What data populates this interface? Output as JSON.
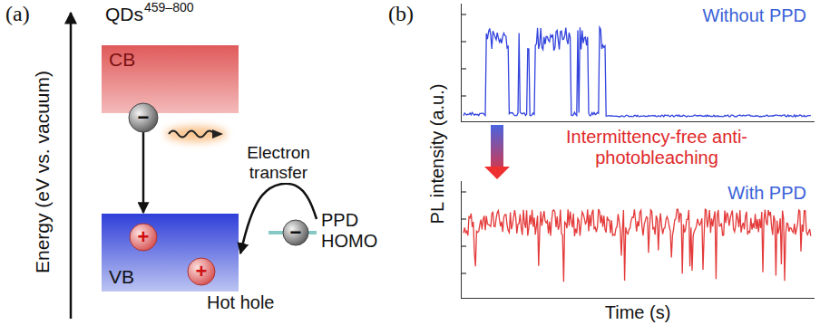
{
  "diagram": {
    "nodes": [
      {
        "text": [
          "CB"
        ]
      },
      {
        "text": [
          "VB"
        ]
      },
      {
        "text": [
          "PPD HOMO"
        ]
      },
      {
        "text": [
          "Without PPD"
        ]
      },
      {
        "text": [
          "With PPD"
        ]
      }
    ],
    "edges": [
      {
        "from": 0,
        "to": 1,
        "arrow": "to"
      },
      {
        "from": 2,
        "to": 1,
        "label": "Electron transfer",
        "arrow": "to"
      },
      {
        "from": 3,
        "to": 4,
        "arrow": "to"
      }
    ],
    "labels": [
      "(a)",
      "QDs",
      "459–800",
      "Energy (eV vs. vacuum)",
      "−",
      "+",
      "+",
      "Hot hole",
      "−",
      "(b)",
      "PL intensity (a.u.)",
      "Intermittency-free anti-photobleaching",
      "Time (s)"
    ]
  }
}
